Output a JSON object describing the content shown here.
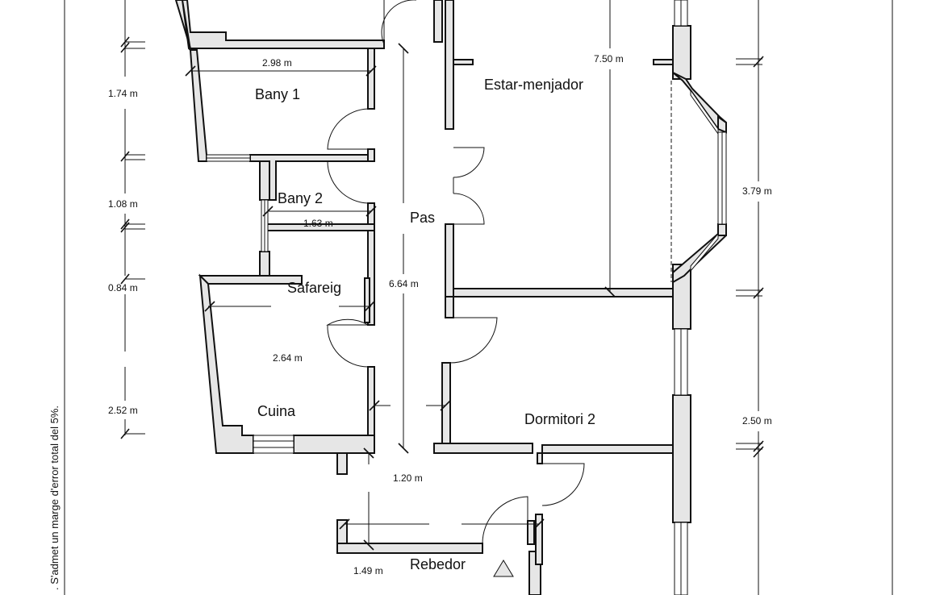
{
  "rooms": {
    "bany1": "Bany 1",
    "bany2": "Bany 2",
    "safareig": "Safareig",
    "cuina": "Cuina",
    "pas": "Pas",
    "estar_menjador": "Estar-menjador",
    "dormitori2": "Dormitori 2",
    "rebedor": "Rebedor"
  },
  "measurements": {
    "bany1_width": "2.98 m",
    "bany2_width": "1.63 m",
    "cuina_width": "2.64 m",
    "pas_length": "6.64 m",
    "rebedor_depth": "1.20 m",
    "rebedor_width": "1.49 m",
    "estar_length": "7.50 m",
    "left_1": "1.74 m",
    "left_2": "1.08 m",
    "left_3": "0.84 m",
    "left_4": "2.52 m",
    "right_1": "3.79 m",
    "right_2": "2.50 m"
  },
  "disclaimer": ". S'admet un marge d'error total del 5%."
}
